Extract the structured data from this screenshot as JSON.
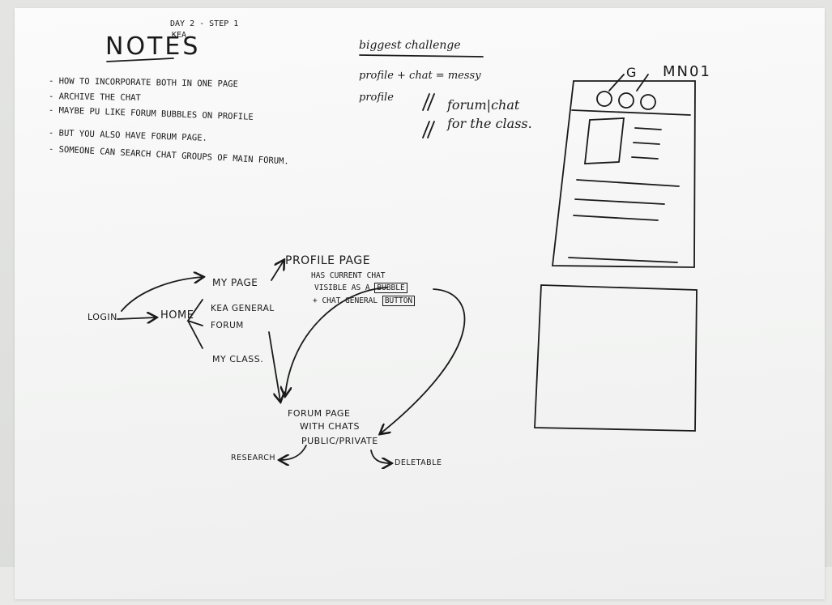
{
  "notes": {
    "title": "NOTES",
    "subtitle_line1": "DAY 2 - STEP 1",
    "subtitle_line2": "KEA",
    "bullets": [
      "- HOW TO INCORPORATE BOTH IN ONE PAGE",
      "- ARCHIVE THE CHAT",
      "- MAYBE PU LIKE FORUM BUBBLES ON PROFILE",
      "- BUT YOU ALSO HAVE FORUM PAGE.",
      "- SOMEONE CAN SEARCH CHAT GROUPS OF MAIN FORUM."
    ]
  },
  "challenge": {
    "heading": "biggest challenge",
    "line1": "profile + chat = messy",
    "line2_left": "profile",
    "line2_right": "forum|chat",
    "line3": "for the class."
  },
  "wireframe": {
    "label_g": "G",
    "label_m": "MN01"
  },
  "flow": {
    "login": "LOGIN",
    "home": "HOME",
    "my_page": "MY PAGE",
    "kea_general": "KEA GENERAL",
    "forum": "FORUM",
    "my_class": "MY CLASS.",
    "profile_page": "PROFILE PAGE",
    "profile_line1": "HAS CURRENT CHAT",
    "profile_line2_prefix": "VISIBLE AS A",
    "profile_line2_boxed": "BUBBLE",
    "profile_line3_prefix": "+ CHAT GENERAL",
    "profile_line3_boxed": "BUTTON",
    "forum_page_1": "FORUM PAGE",
    "forum_page_2": "WITH CHATS",
    "forum_page_3": "PUBLIC/PRIVATE",
    "research": "RESEARCH",
    "deletable": "DELETABLE"
  },
  "colors": {
    "ink": "#1a1a1a",
    "paper": "#f6f7f6",
    "wall": "#e2e3e1"
  }
}
